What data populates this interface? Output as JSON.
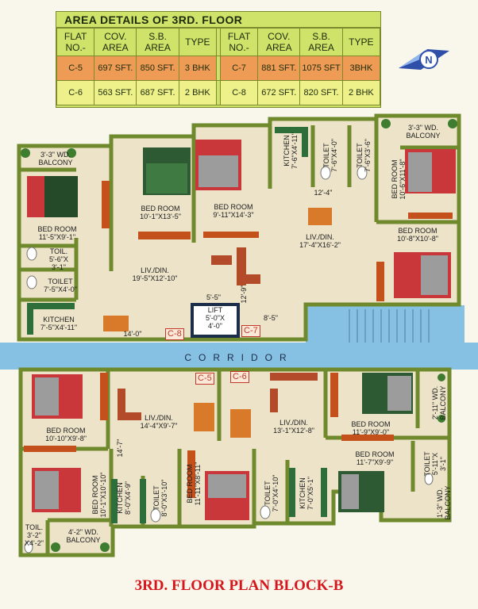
{
  "table": {
    "title": "AREA DETAILS OF 3RD. FLOOR",
    "headers": [
      "FLAT NO.-",
      "COV. AREA",
      "S.B. AREA",
      "TYPE"
    ],
    "rows": [
      {
        "left": [
          "C-5",
          "697 SFT.",
          "850 SFT.",
          "3 BHK"
        ],
        "right": [
          "C-7",
          "881 SFT.",
          "1075 SFT",
          "3BHK"
        ]
      },
      {
        "left": [
          "C-6",
          "563 SFT.",
          "687 SFT.",
          "2 BHK"
        ],
        "right": [
          "C-8",
          "672 SFT.",
          "820 SFT.",
          "2 BHK"
        ]
      }
    ]
  },
  "compass": {
    "label": "N"
  },
  "corridor": "CORRIDOR",
  "lift": "LIFT\n5'-0\"X\n4'-0\"",
  "flat_tags": [
    "C-8",
    "C-7",
    "C-5",
    "C-6"
  ],
  "rooms": {
    "c8": [
      "3'-3\" WD.\nBALCONY",
      "BED ROOM\n11'-5\"X9'-1\"",
      "TOIL.\n5'-6\"X\n3'-1\"",
      "TOILET\n7'-5\"X4'-0\"",
      "KITCHEN\n7'-5\"X4'-11\"",
      "BED ROOM\n10'-1\"X13'-5\"",
      "LIV./DIN.\n19'-5\"X12'-10\"",
      "14'-0\"",
      "5'-5\""
    ],
    "c7": [
      "BED ROOM\n9'-11\"X14'-3\"",
      "KITCHEN\n7'-6\"X4'-11\"",
      "TOILET\n7'-6\"X4'-0\"",
      "TOILET\n7'-6\"X3'-6\"",
      "3'-3\" WD.\nBALCONY",
      "BED ROOM\n10'-6\"X11'-8\"",
      "12'-4\"",
      "LIV./DIN.\n17'-4\"X16'-2\"",
      "BED ROOM\n10'-8\"X10'-8\"",
      "12'-9\"",
      "8'-5\""
    ],
    "c5": [
      "BED ROOM\n10'-10\"X9'-8\"",
      "LIV./DIN.\n14'-4\"X9'-7\"",
      "14'-7\"",
      "BED ROOM\n10'-1\"X10'-10\"",
      "KITCHEN\n8'-0\"X4'-9\"",
      "TOILET\n8'-0\"X3'-10\"",
      "TOIL.\n3'-2\"\nX4'-2\"",
      "4'-2\" WD.\nBALCONY"
    ],
    "c6": [
      "BED ROOM\n11'-11\"X8'-11\"",
      "LIV./DIN.\n13'-1\"X12'-8\"",
      "BED ROOM\n11'-9\"X9'-0\"",
      "2'-11\" WD.\nBALCONY",
      "TOILET\n7'-0\"X4'-10\"",
      "KITCHEN\n7'-0\"X5'-1\"",
      "BED ROOM\n11'-7\"X9'-9\"",
      "TOILET\n5'-11\"X\n3'-1\"",
      "1'-3\" WD.\nBALCONY"
    ]
  },
  "footer": "3RD. FLOOR PLAN BLOCK-B",
  "colors": {
    "wall": "#6f8a2c",
    "floor": "#ece3c9",
    "corridor": "#86c0e2",
    "tag": "#c0392b",
    "footer": "#d6161d"
  }
}
